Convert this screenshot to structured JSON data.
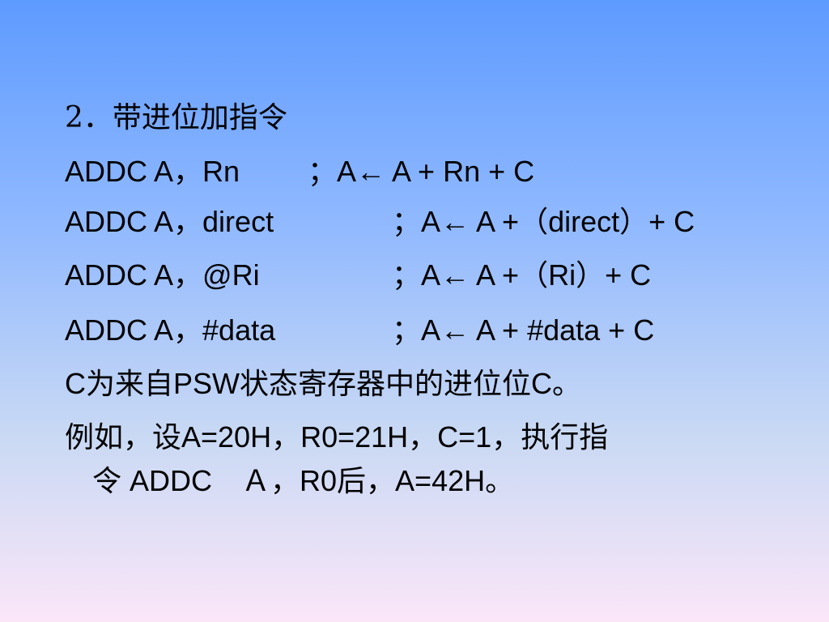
{
  "slide": {
    "title": "2．带进位加指令",
    "instructions": [
      {
        "code": "ADDC  A，Rn",
        "comment": "；A← A + Rn + C"
      },
      {
        "code": "ADDC  A，direct",
        "comment": "；A← A +（direct）+ C"
      },
      {
        "code": "ADDC  A，@Ri",
        "comment": "；A← A +（Ri）+ C"
      },
      {
        "code": "ADDC  A，#data",
        "comment": "；A← A + #data + C"
      }
    ],
    "note": "C为来自PSW状态寄存器中的进位位C。",
    "example_line1": "例如，设A=20H，R0=21H，C=1，执行指",
    "example_line2": "令 ADDC　Ａ，R0后，A=42H。"
  }
}
